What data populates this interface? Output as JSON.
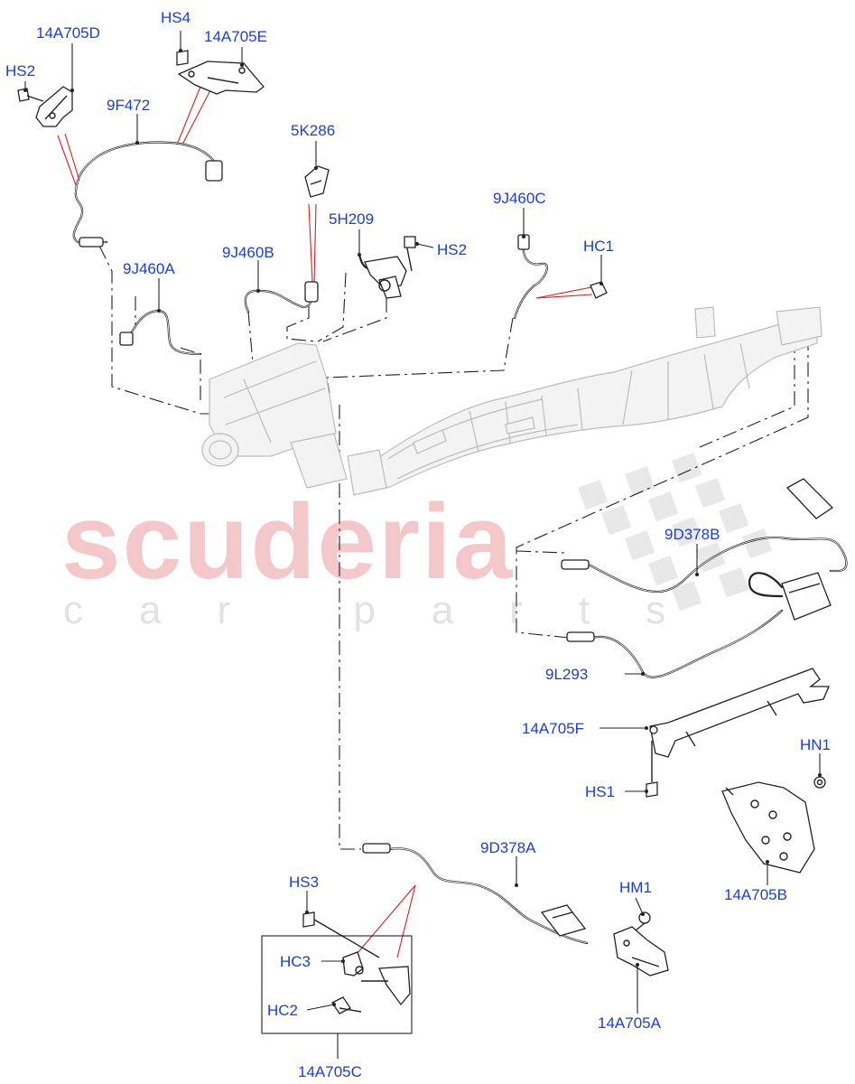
{
  "watermark": {
    "brand": "scuderia",
    "tagline": "car parts"
  },
  "labels": [
    "14A705D",
    "HS4",
    "14A705E",
    "HS2",
    "9F472",
    "5K286",
    "5H209",
    "HS2",
    "9J460C",
    "9J460B",
    "HC1",
    "9J460A",
    "9D378B",
    "9L293",
    "14A705F",
    "HN1",
    "HS1",
    "9D378A",
    "HM1",
    "14A705B",
    "HS3",
    "HC3",
    "HC2",
    "14A705A",
    "14A705C"
  ],
  "colors": {
    "label_text": "#1a3fd6",
    "line_art": "#222222",
    "callout_red": "#d42020",
    "watermark_red": "#f4c8c8",
    "watermark_grey": "#e2e2e2"
  }
}
